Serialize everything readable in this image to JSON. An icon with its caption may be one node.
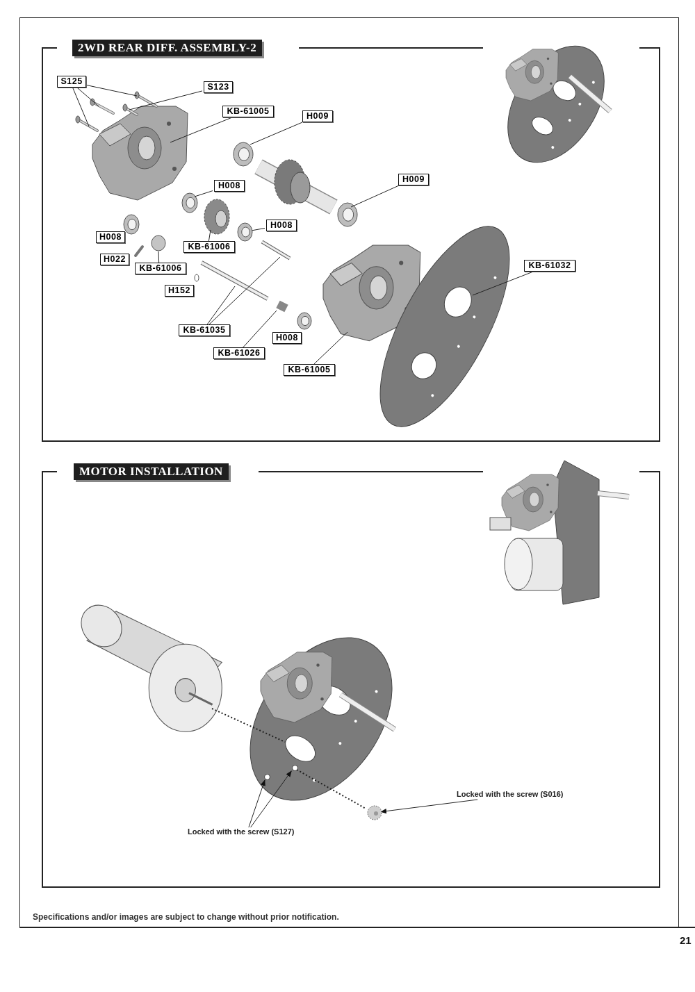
{
  "diagram": {
    "nodes": [
      {
        "text": [
          "2WD REAR DIFF. ASSEMBLY-2"
        ]
      },
      {
        "text": [
          "S125"
        ],
        "in": 0
      },
      {
        "text": [
          "S123"
        ],
        "in": 0
      },
      {
        "text": [
          "KB-61005"
        ],
        "in": 0
      },
      {
        "text": [
          "H009"
        ],
        "in": 0
      },
      {
        "text": [
          "H008"
        ],
        "in": 0
      },
      {
        "text": [
          "H009"
        ],
        "in": 0
      },
      {
        "text": [
          "H008"
        ],
        "in": 0
      },
      {
        "text": [
          "KB-61006"
        ],
        "in": 0
      },
      {
        "text": [
          "H008"
        ],
        "in": 0
      },
      {
        "text": [
          "H022"
        ],
        "in": 0
      },
      {
        "text": [
          "KB-61006"
        ],
        "in": 0
      },
      {
        "text": [
          "H152"
        ],
        "in": 0
      },
      {
        "text": [
          "KB-61035"
        ],
        "in": 0
      },
      {
        "text": [
          "KB-61026"
        ],
        "in": 0
      },
      {
        "text": [
          "H008"
        ],
        "in": 0
      },
      {
        "text": [
          "KB-61005"
        ],
        "in": 0
      },
      {
        "text": [
          "KB-61032"
        ],
        "in": 0
      },
      {
        "text": [
          "MOTOR INSTALLATION"
        ]
      },
      {
        "text": [
          "Locked with the screw (S016)"
        ],
        "in": 18
      },
      {
        "text": [
          "Locked with the screw (S127)"
        ],
        "in": 18
      },
      {
        "text": [],
        "shape": "picture",
        "in": 0
      },
      {
        "text": [],
        "shape": "circle",
        "in": 18
      },
      {
        "text": [],
        "shape": "circle",
        "in": 18
      },
      {
        "text": [],
        "shape": "picture",
        "in": 18
      }
    ],
    "edges": [
      {
        "from": 1,
        "to": null,
        "arrow": "none"
      },
      {
        "from": 1,
        "to": null,
        "arrow": "none"
      },
      {
        "from": 1,
        "to": null,
        "arrow": "none"
      },
      {
        "from": 2,
        "to": null,
        "arrow": "none"
      },
      {
        "from": 3,
        "to": null,
        "arrow": "none"
      },
      {
        "from": 4,
        "to": null,
        "arrow": "none"
      },
      {
        "from": 5,
        "to": null,
        "arrow": "none"
      },
      {
        "from": 6,
        "to": null,
        "arrow": "none"
      },
      {
        "from": 8,
        "to": null,
        "arrow": "none"
      },
      {
        "from": 9,
        "to": 21,
        "arrow": "none"
      },
      {
        "from": 11,
        "to": null,
        "arrow": "none"
      },
      {
        "from": 13,
        "to": null,
        "arrow": "none"
      },
      {
        "from": 13,
        "to": null,
        "arrow": "none"
      },
      {
        "from": 14,
        "to": null,
        "arrow": "none"
      },
      {
        "from": 16,
        "to": null,
        "arrow": "none"
      },
      {
        "from": 17,
        "to": null,
        "arrow": "none"
      },
      {
        "from": 19,
        "to": 24,
        "arrow": "to"
      },
      {
        "from": 20,
        "to": 22,
        "arrow": "to"
      },
      {
        "from": 20,
        "to": 23,
        "arrow": "to"
      },
      {
        "from": 23,
        "to": 24,
        "arrow": "none",
        "style": "dashed"
      }
    ],
    "labels": [
      "Specifications and/or images are subject to change without prior notification.",
      "21"
    ]
  }
}
